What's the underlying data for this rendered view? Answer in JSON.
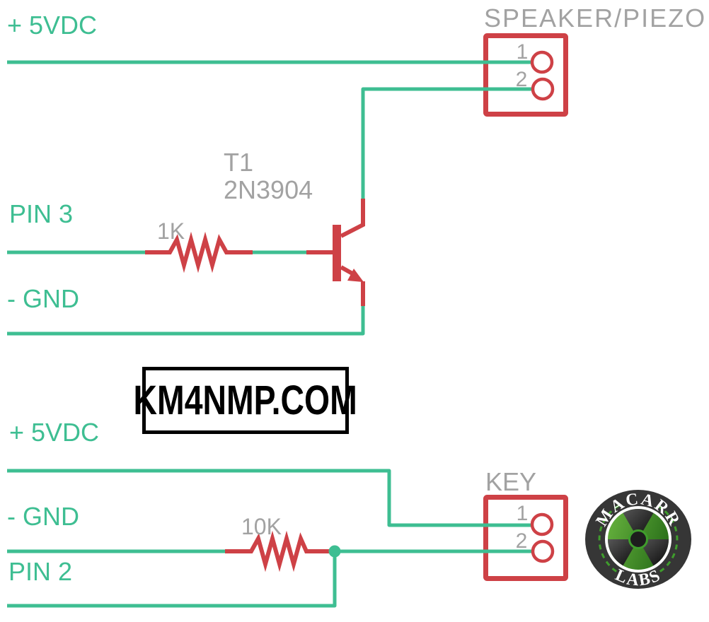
{
  "schematic": {
    "rails": {
      "supply_top": "+ 5VDC",
      "pin3": "PIN 3",
      "gnd_top": "- GND",
      "supply_bottom": "+ 5VDC",
      "gnd_bottom": "- GND",
      "pin2": "PIN 2"
    },
    "components": {
      "transistor": {
        "ref": "T1",
        "part": "2N3904"
      },
      "resistor_base": {
        "value": "1K"
      },
      "resistor_pulldown": {
        "value": "10K"
      },
      "speaker_connector": {
        "label": "SPEAKER/PIEZO",
        "pins": [
          "1",
          "2"
        ]
      },
      "key_connector": {
        "label": "KEY",
        "pins": [
          "1",
          "2"
        ]
      }
    },
    "watermark": {
      "text": "KM4NMP.COM"
    },
    "logo": {
      "arc_top": "MACARR",
      "arc_bottom": "LABS"
    },
    "colors": {
      "wire_green": "#3EBE92",
      "part_red": "#CE4146",
      "label_gray": "#A2A2A2",
      "logo_green": "#3F9D2C",
      "logo_ring_dark": "#363636"
    }
  }
}
